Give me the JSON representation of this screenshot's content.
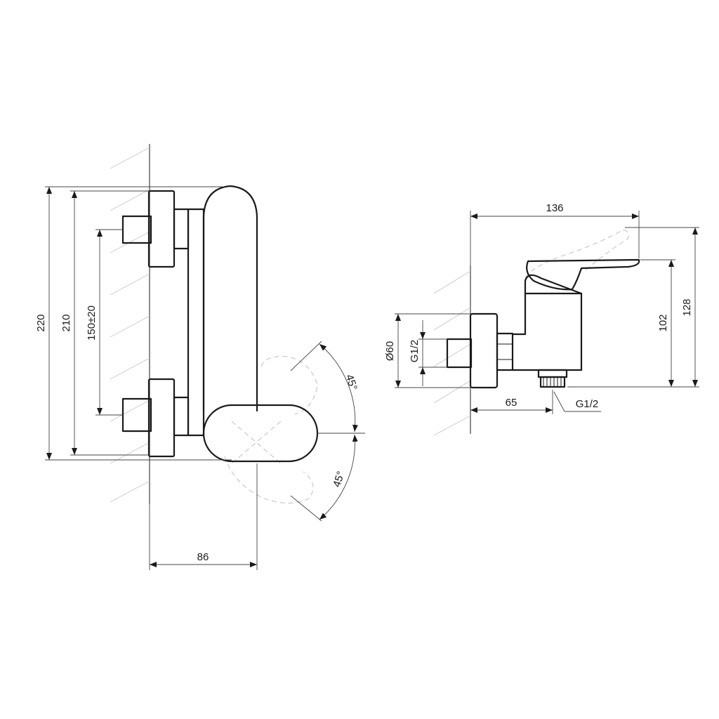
{
  "front_view": {
    "dim_total_height": "220",
    "dim_mount_height": "210",
    "dim_center_distance": "150±20",
    "dim_depth": "86",
    "dim_angle_up": "45°",
    "dim_angle_down": "45°"
  },
  "side_view": {
    "dim_total_length": "136",
    "dim_total_height": "128",
    "dim_body_height": "102",
    "dim_wall_offset": "65",
    "dim_flange_diameter": "Ø60",
    "dim_inlet_thread": "G1/2",
    "dim_outlet_thread": "G1/2"
  }
}
